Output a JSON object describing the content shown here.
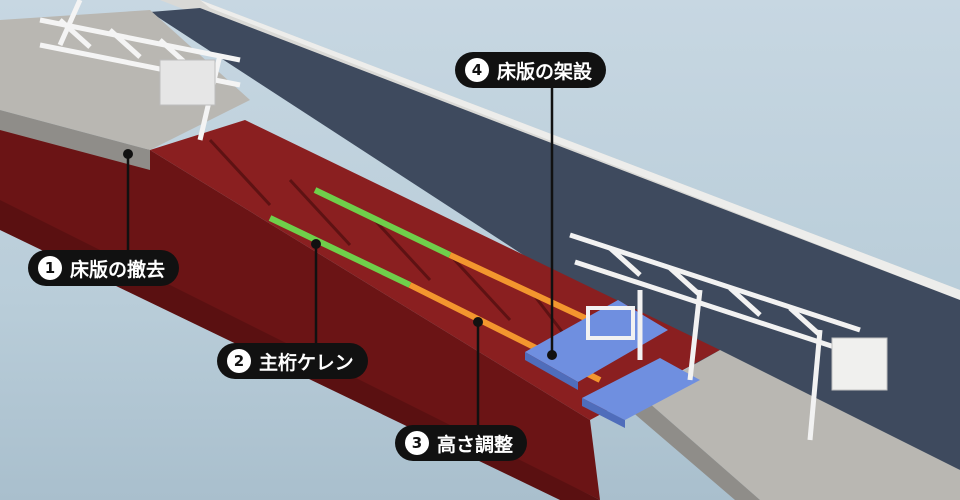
{
  "labels": [
    {
      "number": "1",
      "text": "床版の撤去"
    },
    {
      "number": "2",
      "text": "主桁ケレン"
    },
    {
      "number": "3",
      "text": "高さ調整"
    },
    {
      "number": "4",
      "text": "床版の架設"
    }
  ],
  "colors": {
    "background": "#bfd2de",
    "deck": "#b9b7b2",
    "road": "#3e4a5e",
    "girder": "#8a1f20",
    "girder_dark": "#6b1415",
    "green_marking": "#6fcf4a",
    "orange_marking": "#f3962e",
    "new_slab": "#6f8fe0",
    "label_bg": "#111111"
  }
}
